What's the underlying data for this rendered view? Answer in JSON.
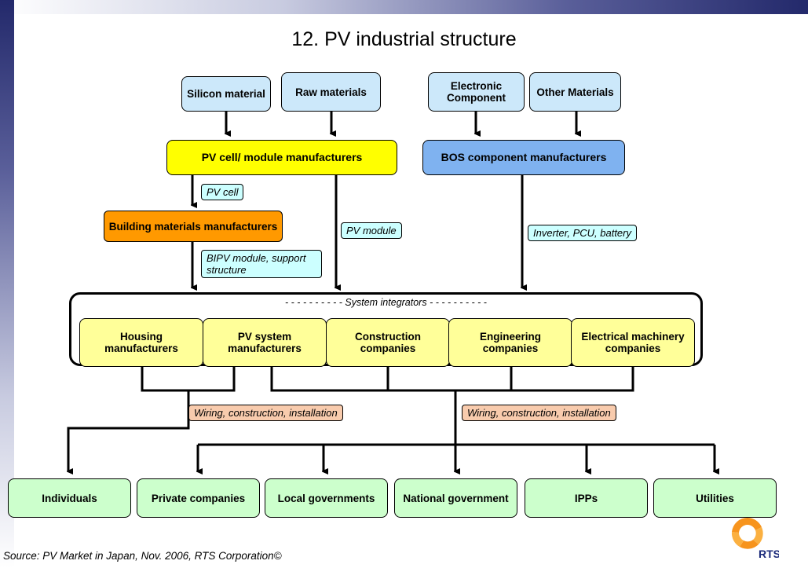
{
  "slide": {
    "title": "12. PV industrial structure",
    "source": "Source: PV Market in Japan,  Nov. 2006, RTS Corporation©",
    "logo_text": "RTS"
  },
  "sources": {
    "silicon": "Silicon material",
    "raw": "Raw materials",
    "electronic": "Electronic Component",
    "other": "Other Materials"
  },
  "manufacturers": {
    "pv_cell_module": "PV cell/ module manufacturers",
    "bos": "BOS component manufacturers",
    "building": "Building materials manufacturers"
  },
  "flow_labels": {
    "pv_cell": "PV cell",
    "bipv": "BIPV module, support structure",
    "pv_module": "PV module",
    "inverter": "Inverter, PCU, battery",
    "wiring_left": "Wiring, construction, installation",
    "wiring_right": "Wiring, construction, installation"
  },
  "integrators": {
    "title": "- - - - - - - - - -  System integrators - - - - - - - - - -",
    "items": [
      "Housing manufacturers",
      "PV system manufacturers",
      "Construction companies",
      "Engineering companies",
      "Electrical machinery companies"
    ]
  },
  "customers": [
    "Individuals",
    "Private companies",
    "Local governments",
    "National government",
    "IPPs",
    "Utilities"
  ],
  "colors": {
    "source": "#cce8fa",
    "pv_manufacturer": "#ffff00",
    "bos_manufacturer": "#7fb2f0",
    "building": "#ff9900",
    "integrator": "#ffff99",
    "customer": "#ccffcc",
    "label_cyan": "#ccffff",
    "label_peach": "#f8cbad"
  }
}
